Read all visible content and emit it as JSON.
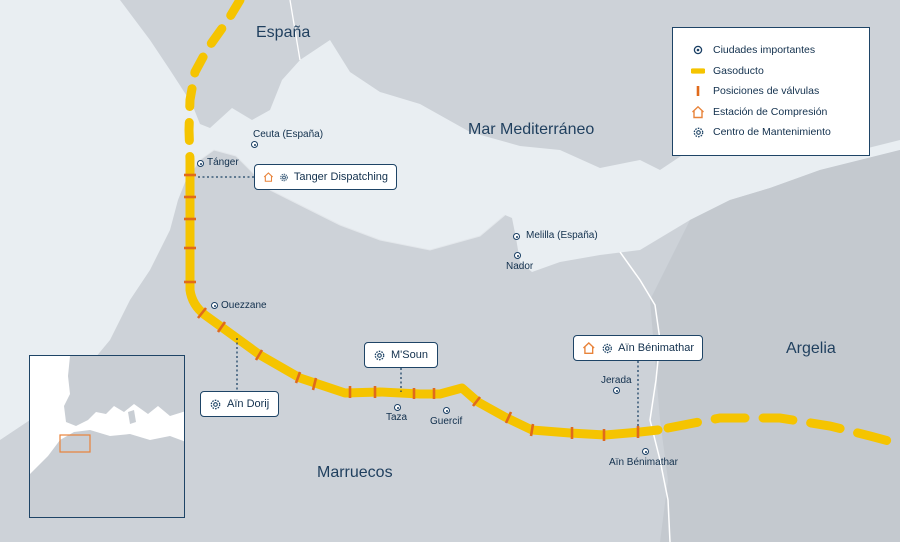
{
  "regions": {
    "spain": "España",
    "sea": "Mar Mediterráneo",
    "morocco": "Marruecos",
    "algeria": "Argelia"
  },
  "cities": [
    {
      "id": "ceuta",
      "label": "Ceuta (España)"
    },
    {
      "id": "tanger",
      "label": "Tánger"
    },
    {
      "id": "melilla",
      "label": "Melilla (España)"
    },
    {
      "id": "nador",
      "label": "Nador"
    },
    {
      "id": "ouezzane",
      "label": "Ouezzane"
    },
    {
      "id": "taza",
      "label": "Taza"
    },
    {
      "id": "guercif",
      "label": "Guercif"
    },
    {
      "id": "jerada",
      "label": "Jerada"
    },
    {
      "id": "ain_benimathar",
      "label": "Aïn Bénimathar"
    }
  ],
  "callouts": {
    "tanger_dispatching": "Tanger Dispatching",
    "ain_dorij": "Aïn Dorij",
    "msoun": "M'Soun",
    "ain_benimathar": "Aïn Bénimathar"
  },
  "legend": {
    "cities": "Ciudades importantes",
    "pipeline": "Gasoducto",
    "valves": "Posiciones de válvulas",
    "compression": "Estación de Compresión",
    "maintenance": "Centro de Mantenimiento"
  },
  "colors": {
    "pipeline": "#f5c400",
    "valve": "#e06a1b",
    "compression": "#e8833a",
    "land": "#c9ced4",
    "sea": "#e9eef2"
  }
}
